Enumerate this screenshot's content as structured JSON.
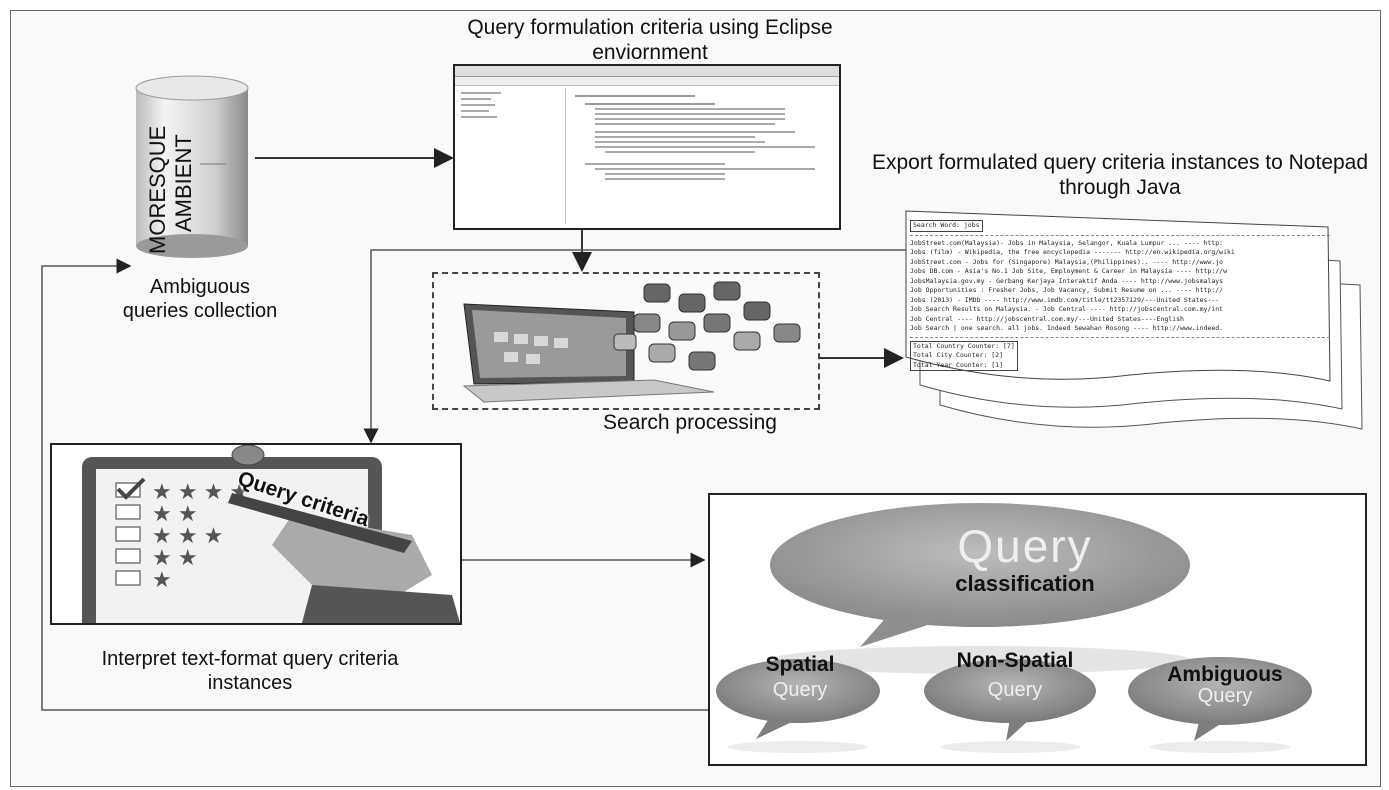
{
  "titles": {
    "eclipse": "Query formulation criteria using Eclipse enviornment",
    "export": "Export formulated query criteria instances to Notepad through Java",
    "ambiguous": "Ambiguous queries collection",
    "search": "Search processing",
    "interpret": "Interpret text-format query criteria instances"
  },
  "cylinder": {
    "line1": "MORESQUE",
    "line2": "AMBIENT"
  },
  "clipboard": {
    "label": "Query criteria"
  },
  "notepad": {
    "search_word": "Search Word: jobs",
    "lines": [
      "JobStreet.com(Malaysia)- Jobs in Malaysia, Selangor, Kuala Lumpur ...    ----    http:",
      "Jobs (film) - Wikipedia, the free encyclopedia ------- http://en.wikipedia.org/wiki",
      "JobStreet.com - Jobs for (Singapore) Malaysia,(Philippines)..   ----    http://www.jo",
      "Jobs DB.com - Asia's No.1 Job Site, Employment & Career in Malaysia   ----   http://w",
      "JobsMalaysia.gov.my - Gerbang Kerjaya Interaktif Anda   ----   http://www.jobsmalays",
      "Job Opportunities : Fresher Jobs, Job Vacancy, Submit Resume on ...   ----   http://",
      "Jobs (2013) - IMDb   ----   http://www.imdb.com/title/tt2357129/---United States---",
      "Job Search Results on Malaysia. - Job Central   ----   http://jobscentral.com.my/int",
      "Job Central   ----   http://jobscentral.com.my/---United States----English",
      "Job Search | one search. all jobs. Indeed Sewahan Rosong   ----   http://www.indeed."
    ],
    "counters": [
      "Total Country Counter: [7]",
      "Total City Counter: [2]",
      "Total Year Counter: [1]"
    ]
  },
  "classification": {
    "big_word": "Query",
    "subtitle": "classification",
    "types": [
      {
        "label": "Spatial",
        "bubble": "Query"
      },
      {
        "label": "Non-Spatial",
        "bubble": "Query"
      },
      {
        "label": "Ambiguous",
        "bubble": "Query"
      }
    ]
  }
}
